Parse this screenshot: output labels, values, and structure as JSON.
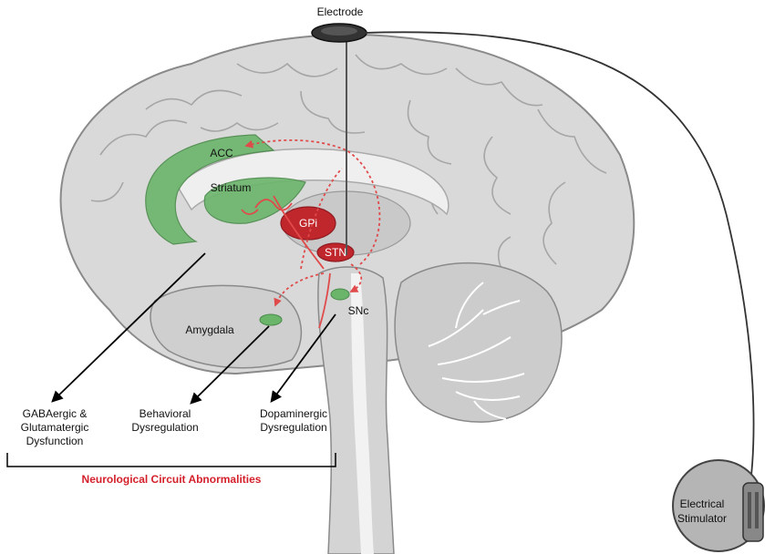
{
  "title": "",
  "device": {
    "electrode_label": "Electrode",
    "stimulator_label_line1": "Electrical",
    "stimulator_label_line2": "Stimulator"
  },
  "regions": {
    "acc": "ACC",
    "striatum": "Striatum",
    "gpi": "GPi",
    "stn": "STN",
    "snc": "SNc",
    "amygdala": "Amygdala"
  },
  "outcomes": {
    "gaba_line1": "GABAergic &",
    "gaba_line2": "Glutamatergic",
    "gaba_line3": "Dysfunction",
    "behavioral_line1": "Behavioral",
    "behavioral_line2": "Dysregulation",
    "dopaminergic_line1": "Dopaminergic",
    "dopaminergic_line2": "Dysregulation"
  },
  "bracket_label": "Neurological Circuit Abnormalities",
  "colors": {
    "region_green": "#6bb56b",
    "region_red": "#c0272d",
    "pathway_red": "#e04a4a",
    "caption_red": "#d4202a"
  }
}
